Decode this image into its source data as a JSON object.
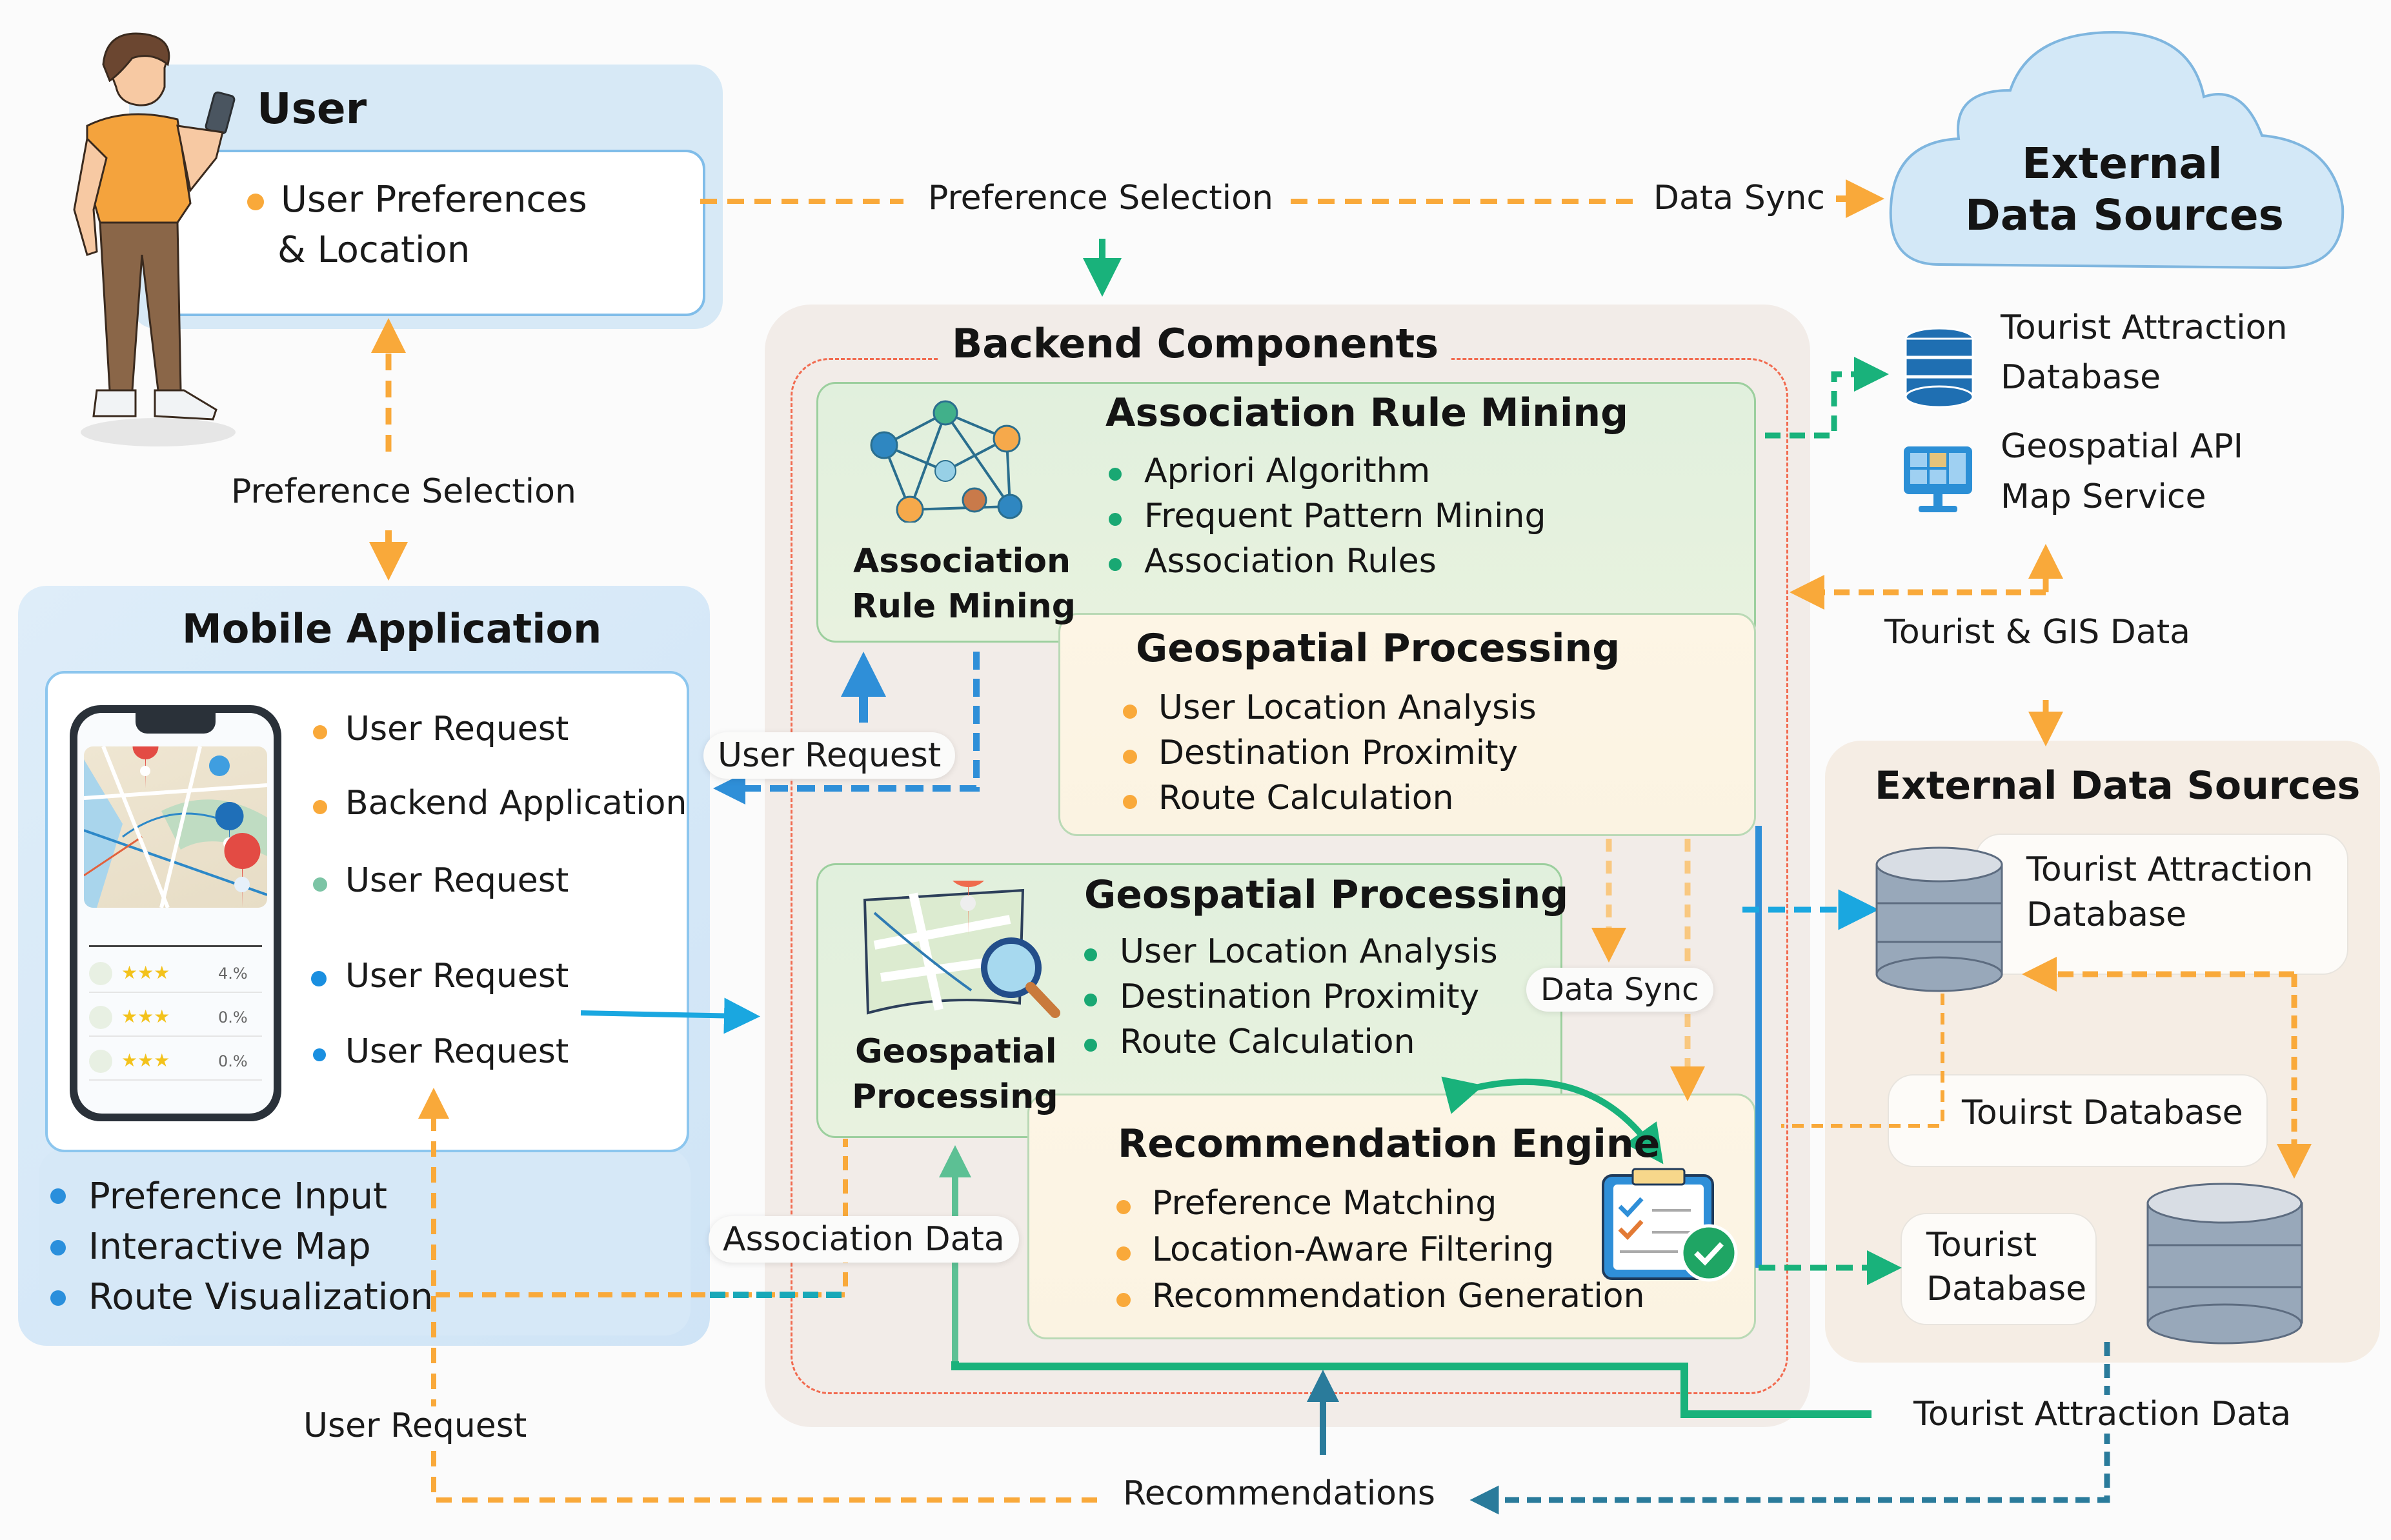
{
  "colors": {
    "orange": "#f9a93a",
    "green": "#19b27b",
    "blue": "#2f8fd8",
    "teal_dark": "#2a7b9b",
    "red_dash": "#f26b50",
    "user_panel": "#d7e9f6",
    "backend_panel": "#f2ece8",
    "green_card": "#e1f0dd",
    "cream_card": "#fdf5e5"
  },
  "user": {
    "title": "User",
    "items": [
      {
        "label": "User Preferences",
        "label2": "& Location",
        "bullet": "#f9a93a"
      }
    ],
    "icon": "person-with-phone-icon"
  },
  "mobile": {
    "title": "Mobile Application",
    "inner_items": [
      {
        "label": "User Request",
        "bullet": "#f9a93a"
      },
      {
        "label": "Backend Application",
        "bullet": "#f9a93a"
      },
      {
        "label": "User Request",
        "bullet": "#7cc4a5"
      }
    ],
    "outer_items": [
      {
        "label": "User Request",
        "bullet": "#1a8fe0"
      },
      {
        "label": "User Request",
        "bullet": "#1a8fe0"
      }
    ],
    "features": [
      {
        "label": "Preference Input",
        "bullet": "#2a8fdc"
      },
      {
        "label": "Interactive Map",
        "bullet": "#2a8fdc"
      },
      {
        "label": "Route Visualization",
        "bullet": "#2a8fdc"
      }
    ],
    "phone": {
      "ratings": [
        {
          "stars": 3,
          "value": "4.%"
        },
        {
          "stars": 3,
          "value": "0.%"
        },
        {
          "stars": 3,
          "value": "0.%"
        }
      ]
    }
  },
  "cloud": {
    "title_line1": "External",
    "title_line2": "Data Sources"
  },
  "backend": {
    "title": "Backend Components",
    "arm": {
      "title": "Association Rule Mining",
      "icon_label_1": "Association",
      "icon_label_2": "Rule Mining",
      "items": [
        "Apriori Algorithm",
        "Frequent Pattern Mining",
        "Association Rules"
      ],
      "bullet": "#19a873"
    },
    "geo1": {
      "title": "Geospatial Processing",
      "items": [
        "User Location Analysis",
        "Destination Proximity",
        "Route Calculation"
      ],
      "bullet": "#f9a93a"
    },
    "geo2": {
      "title": "Geospatial Processing",
      "icon_label_1": "Geospatial",
      "icon_label_2": "Processing",
      "items": [
        "User Location Analysis",
        "Destination Proximity",
        "Route Calculation"
      ],
      "bullet": "#19a873"
    },
    "rec": {
      "title": "Recommendation Engine",
      "items": [
        "Preference Matching",
        "Location-Aware Filtering",
        "Recommendation Generation"
      ],
      "bullet": "#f9a93a"
    }
  },
  "top_right": {
    "db1": {
      "line1": "Tourist Attraction",
      "line2": "Database"
    },
    "api": {
      "line1": "Geospatial API",
      "line2": "Map Service"
    }
  },
  "ext": {
    "title": "External Data Sources",
    "db_a": {
      "line1": "Tourist Attraction",
      "line2": "Database"
    },
    "db_b": {
      "line1": "Touirst Database"
    },
    "db_c": {
      "line1": "Tourist",
      "line2": "Database"
    }
  },
  "flows": {
    "pref_sel_top": "Preference Selection",
    "data_sync_top": "Data Sync",
    "pref_sel_left": "Preference Selection",
    "user_request_mid": "User Request",
    "association_data": "Association Data",
    "data_sync_mid": "Data Sync",
    "tourist_gis": "Tourist & GIS Data",
    "user_request_bottom": "User Request",
    "recommendations": "Recommendations",
    "tourist_attraction_data": "Tourist Attraction Data"
  }
}
